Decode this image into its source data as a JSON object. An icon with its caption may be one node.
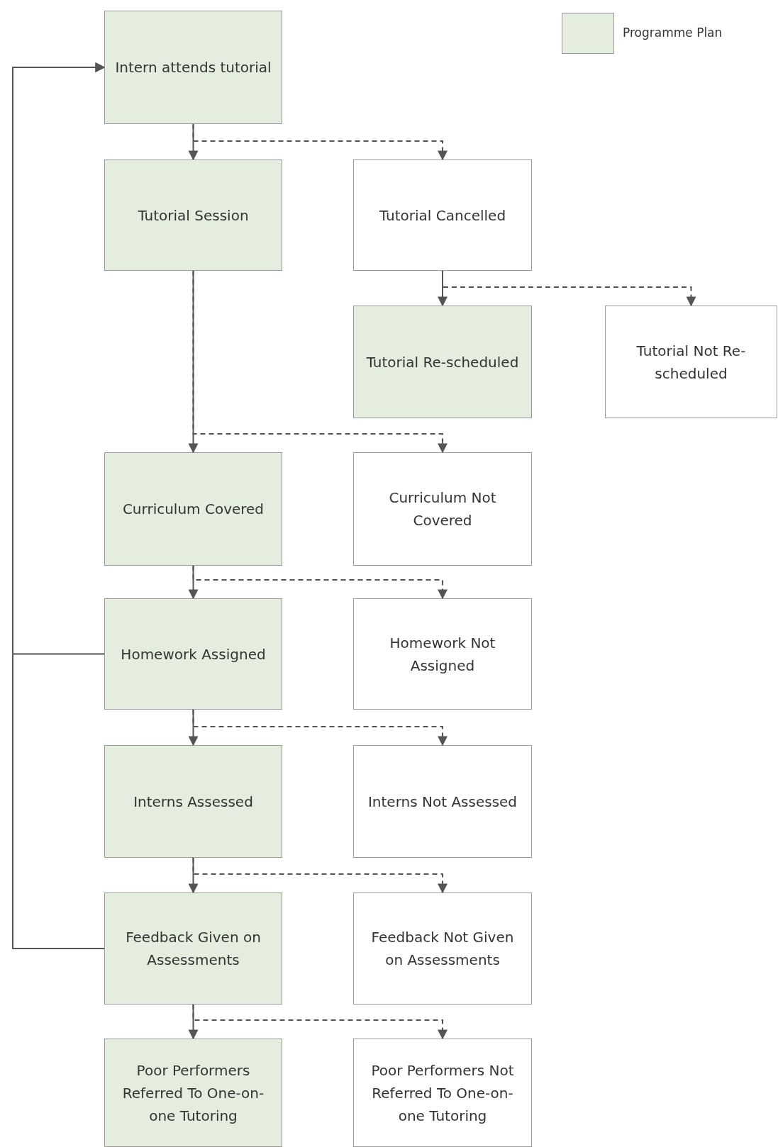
{
  "diagram": {
    "nodes": [
      {
        "text": [
          "Intern attends tutorial"
        ]
      },
      {
        "text": [
          "Tutorial Session"
        ]
      },
      {
        "text": [
          "Tutorial Cancelled"
        ]
      },
      {
        "text": [
          "Tutorial Re-scheduled"
        ]
      },
      {
        "text": [
          "Tutorial Not Re-scheduled"
        ]
      },
      {
        "text": [
          "Curriculum Covered"
        ]
      },
      {
        "text": [
          "Curriculum Not Covered"
        ]
      },
      {
        "text": [
          "Homework Assigned"
        ]
      },
      {
        "text": [
          "Homework Not Assigned"
        ]
      },
      {
        "text": [
          "Interns Assessed"
        ]
      },
      {
        "text": [
          "Interns Not Assessed"
        ]
      },
      {
        "text": [
          "Feedback Given on Assessments"
        ]
      },
      {
        "text": [
          "Feedback Not Given on Assessments"
        ]
      },
      {
        "text": [
          "Poor Performers Referred To One-on-one Tutoring"
        ]
      },
      {
        "text": [
          "Poor Performers Not Referred To One-on-one Tutoring"
        ]
      }
    ],
    "edges": [
      {
        "from": 0,
        "to": 1,
        "arrow": "to"
      },
      {
        "from": 0,
        "to": 2,
        "arrow": "to",
        "style": "dashed"
      },
      {
        "from": 1,
        "to": 5,
        "arrow": "to"
      },
      {
        "from": 1,
        "to": 6,
        "arrow": "to",
        "style": "dashed"
      },
      {
        "from": 2,
        "to": 3,
        "arrow": "to"
      },
      {
        "from": 2,
        "to": 4,
        "arrow": "to",
        "style": "dashed"
      },
      {
        "from": 5,
        "to": 7,
        "arrow": "to"
      },
      {
        "from": 5,
        "to": 8,
        "arrow": "to",
        "style": "dashed"
      },
      {
        "from": 7,
        "to": 9,
        "arrow": "to"
      },
      {
        "from": 7,
        "to": 10,
        "arrow": "to",
        "style": "dashed"
      },
      {
        "from": 9,
        "to": 11,
        "arrow": "to"
      },
      {
        "from": 9,
        "to": 12,
        "arrow": "to",
        "style": "dashed"
      },
      {
        "from": 11,
        "to": 13,
        "arrow": "to"
      },
      {
        "from": 11,
        "to": 14,
        "arrow": "to",
        "style": "dashed"
      },
      {
        "from": 7,
        "to": 0,
        "arrow": "to"
      },
      {
        "from": 11,
        "to": 0,
        "arrow": "to"
      }
    ],
    "legend": [
      {
        "text": "Programme Plan",
        "color": "#e5eddf"
      }
    ]
  }
}
